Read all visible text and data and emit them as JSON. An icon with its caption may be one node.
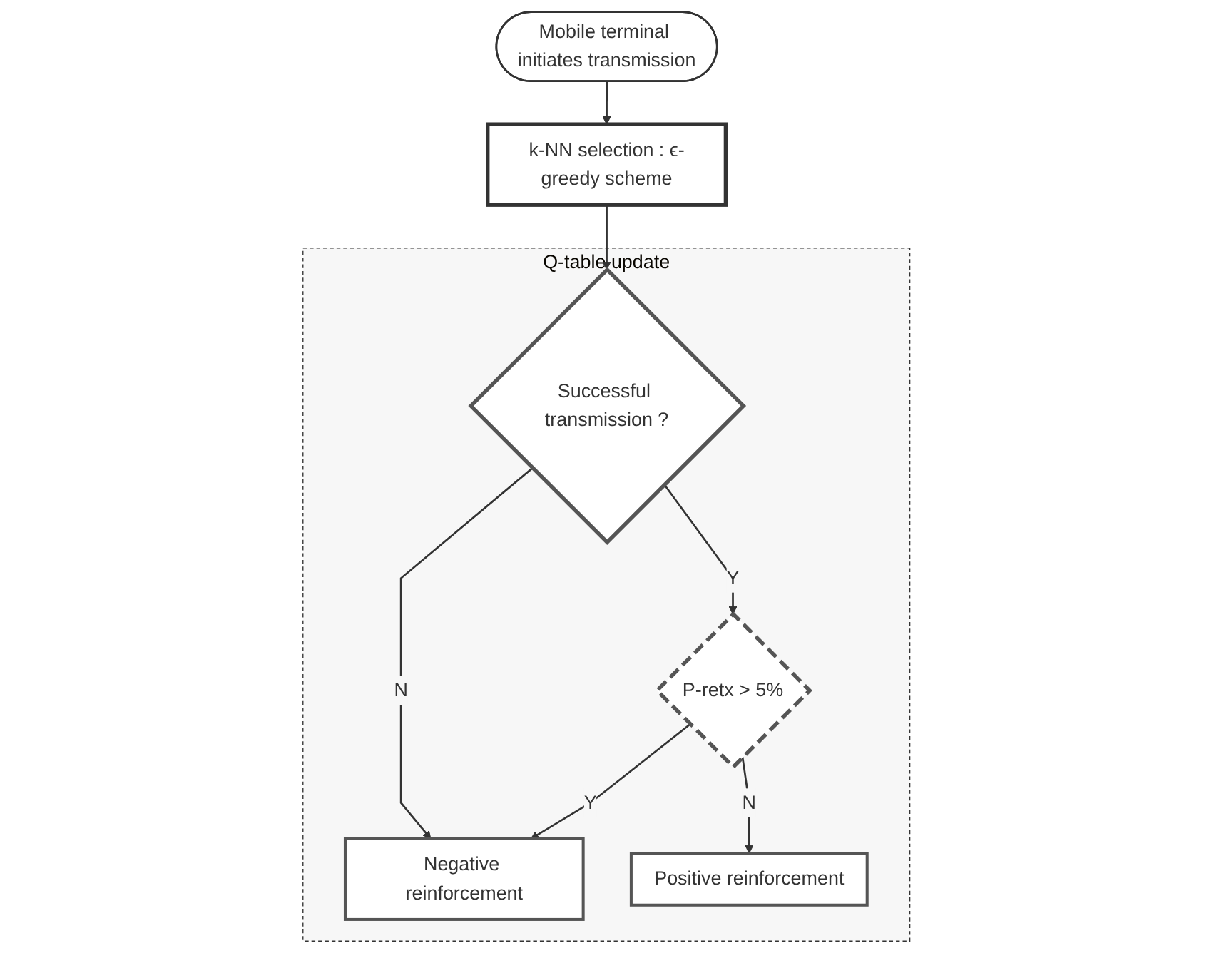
{
  "diagram": {
    "nodes": [
      {
        "text": [
          "Mobile terminal initiates transmission"
        ]
      },
      {
        "text": [
          "k-NN selection : ϵ-greedy scheme"
        ]
      },
      {
        "text": [
          "Q-table update"
        ]
      },
      {
        "text": [
          "Successful transmission ?"
        ],
        "in": 2
      },
      {
        "text": [
          "P-retx > 5%"
        ],
        "in": 2
      },
      {
        "text": [
          "Negative reinforcement"
        ],
        "in": 2
      },
      {
        "text": [
          "Positive reinforcement"
        ],
        "in": 2
      }
    ],
    "edges": [
      {
        "from": 0,
        "to": 1,
        "arrow": "to"
      },
      {
        "from": 1,
        "to": 3,
        "arrow": "to"
      },
      {
        "from": 3,
        "to": 4,
        "arrow": "to",
        "label": "Y"
      },
      {
        "from": 3,
        "to": 5,
        "arrow": "to",
        "label": "N"
      },
      {
        "from": 4,
        "to": 5,
        "arrow": "to",
        "label": "Y"
      },
      {
        "from": 4,
        "to": 6,
        "arrow": "to",
        "label": "N"
      }
    ]
  }
}
